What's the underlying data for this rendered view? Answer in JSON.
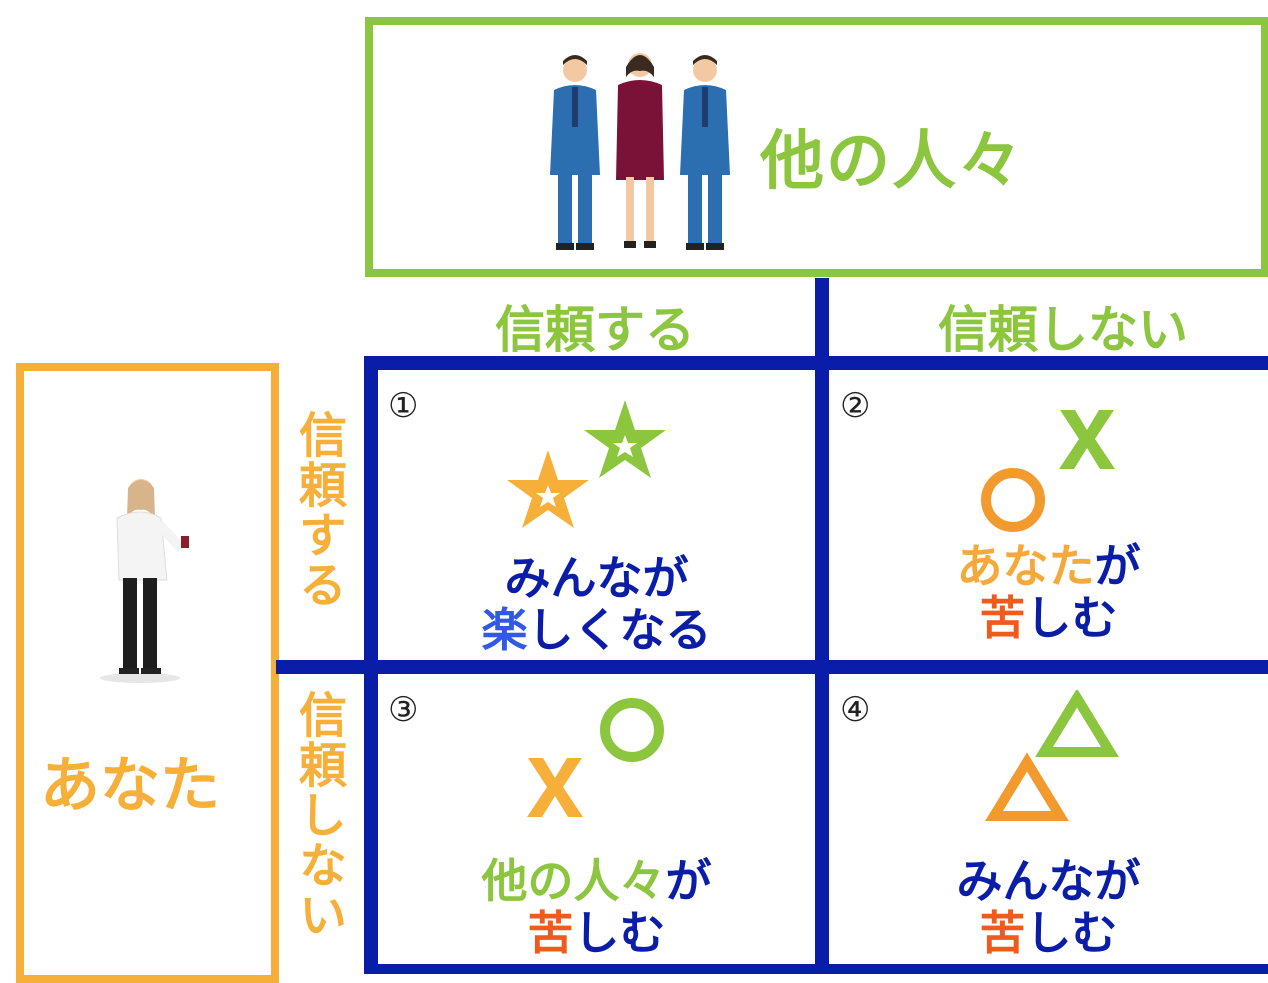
{
  "others": {
    "label": "他の人々",
    "icon": "business-people-icon"
  },
  "you": {
    "label": "あなた",
    "icon": "woman-person-icon"
  },
  "columns": {
    "trust": "信頼する",
    "distrust": "信頼しない"
  },
  "rows": {
    "trust": "信頼する",
    "distrust": "信頼しない"
  },
  "cells": {
    "c1": {
      "number": "①",
      "line1": "みんなが",
      "line2_a": "楽",
      "line2_b": "しくなる",
      "symbols": [
        "star",
        "star"
      ]
    },
    "c2": {
      "number": "②",
      "line1_a": "あなた",
      "line1_b": "が",
      "line2_a": "苦",
      "line2_b": "しむ",
      "symbols": [
        "circle",
        "cross"
      ]
    },
    "c3": {
      "number": "③",
      "line1_a": "他の人々",
      "line1_b": "が",
      "line2_a": "苦",
      "line2_b": "しむ",
      "symbols": [
        "cross",
        "circle"
      ]
    },
    "c4": {
      "number": "④",
      "line1": "みんなが",
      "line2_a": "苦",
      "line2_b": "しむ",
      "symbols": [
        "triangle",
        "triangle"
      ]
    }
  },
  "colors": {
    "green": "#8cc63f",
    "orange": "#f6b03a",
    "navy": "#0a1da8",
    "red": "#f05a1a"
  }
}
